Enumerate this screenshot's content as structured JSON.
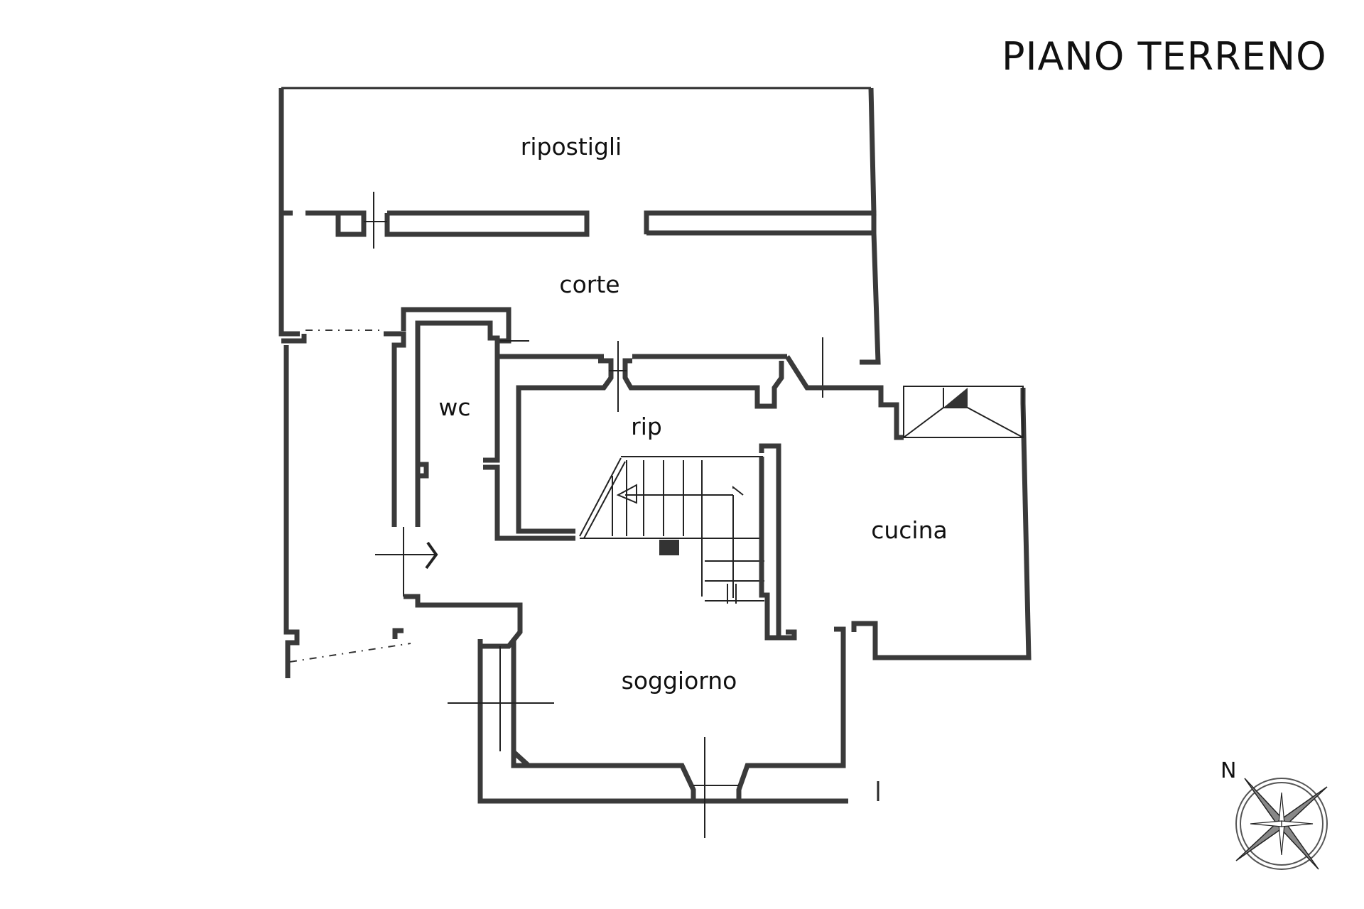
{
  "header": {
    "title": "PIANO TERRENO"
  },
  "rooms": {
    "ripostigli": "ripostigli",
    "corte": "corte",
    "wc": "wc",
    "rip": "rip",
    "cucina": "cucina",
    "soggiorno": "soggiorno"
  },
  "compass": {
    "north_label": "N",
    "icon": "compass-rose-icon"
  },
  "colors": {
    "walls": "#3a3a3a",
    "background": "#ffffff",
    "ink": "#111111"
  }
}
